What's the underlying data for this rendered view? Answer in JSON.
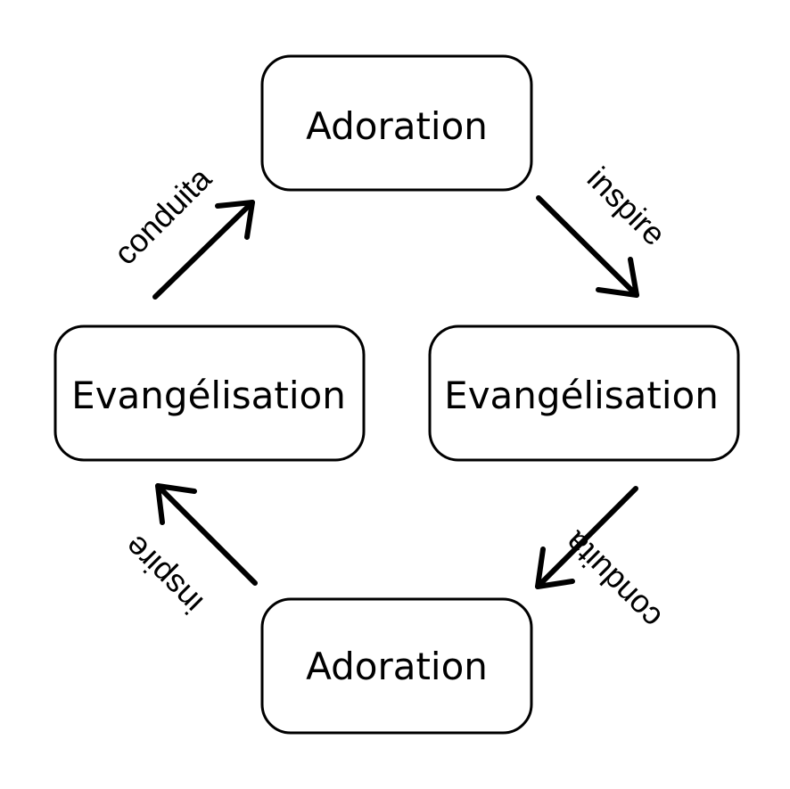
{
  "diagram": {
    "nodes": {
      "top": "Adoration",
      "right": "Evangélisation",
      "bottom": "Adoration",
      "left": "Evangélisation"
    },
    "edges": {
      "top_to_right": "inspire",
      "right_to_bottom": "conduita",
      "bottom_to_left": "inspire",
      "left_to_top": "conduita"
    },
    "colors": {
      "stroke": "#000000",
      "background": "#ffffff"
    }
  }
}
